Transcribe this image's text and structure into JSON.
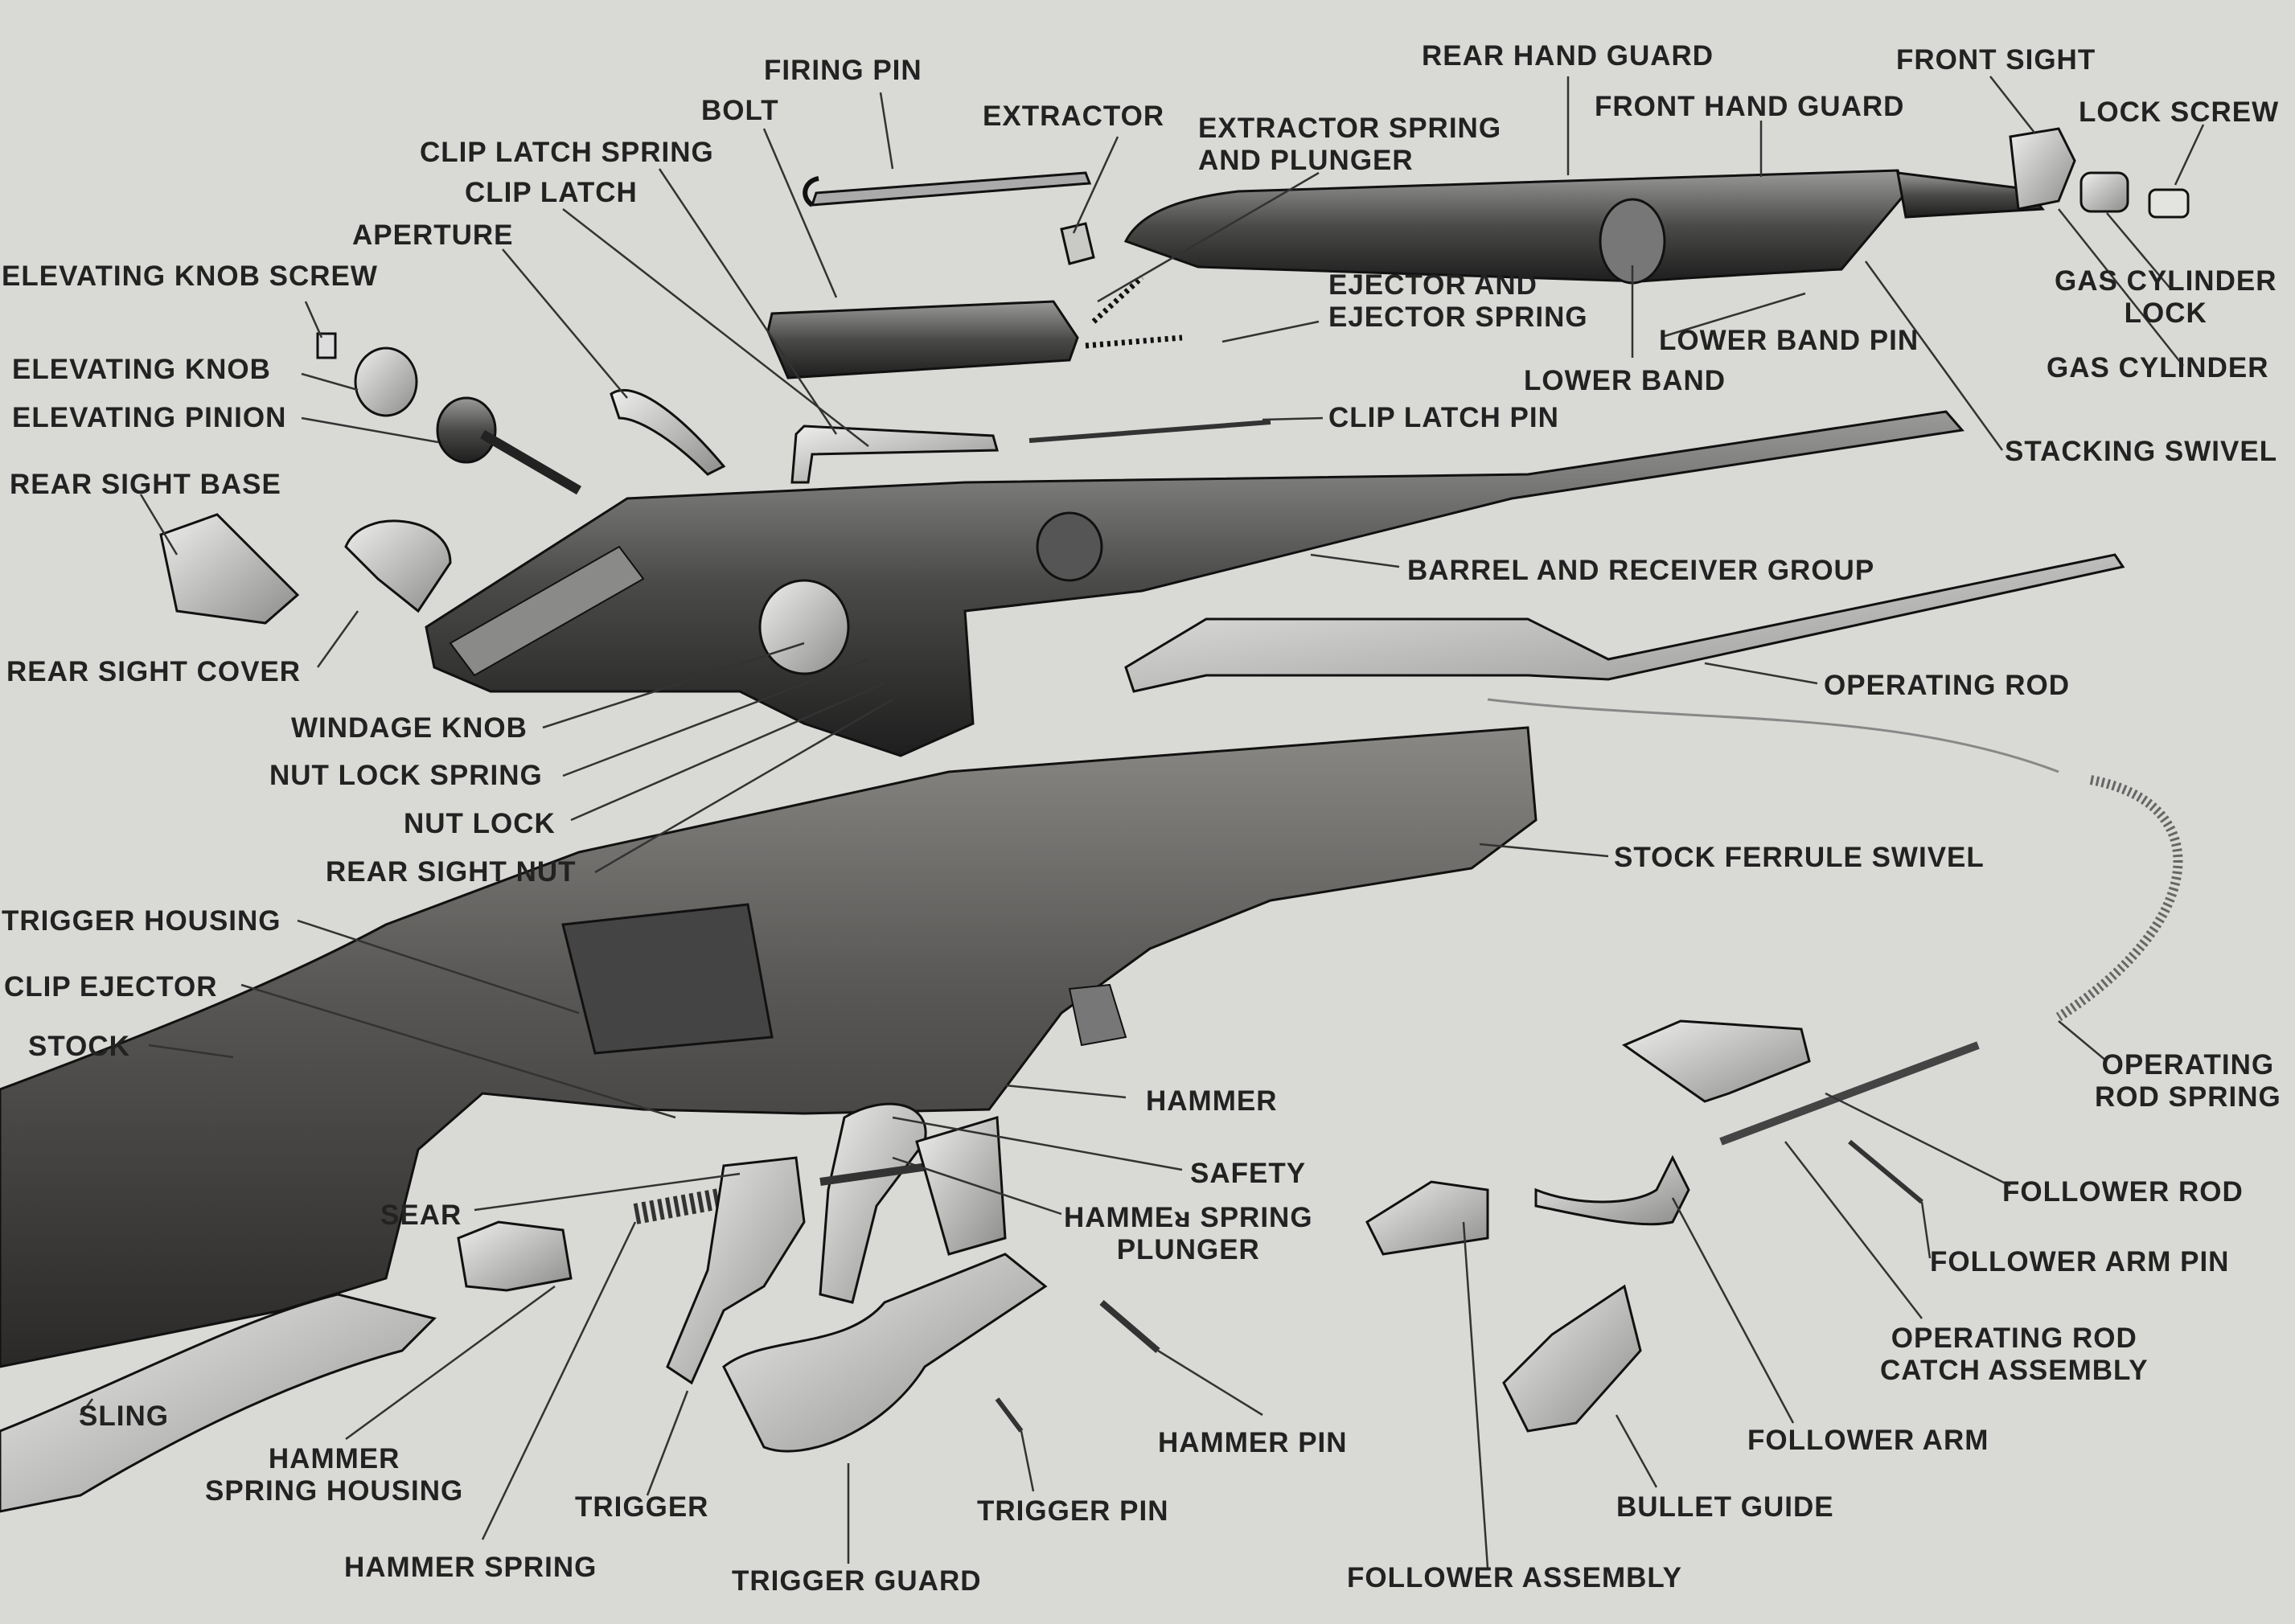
{
  "labels": {
    "firing_pin": "FIRING PIN",
    "bolt": "BOLT",
    "extractor": "EXTRACTOR",
    "rear_hand_guard": "REAR HAND GUARD",
    "front_sight": "FRONT SIGHT",
    "front_hand_guard": "FRONT HAND GUARD",
    "lock_screw": "LOCK SCREW",
    "extractor_spring_and_plunger": [
      "EXTRACTOR SPRING",
      "AND PLUNGER"
    ],
    "clip_latch_spring": "CLIP LATCH SPRING",
    "clip_latch": "CLIP LATCH",
    "aperture": "APERTURE",
    "elevating_knob_screw": "ELEVATING KNOB SCREW",
    "ejector_and_ejector_spring": [
      "EJECTOR AND",
      "EJECTOR SPRING"
    ],
    "gas_cylinder_lock": [
      "GAS CYLINDER",
      "LOCK"
    ],
    "elevating_knob": "ELEVATING KNOB",
    "lower_band_pin": "LOWER BAND PIN",
    "gas_cylinder": "GAS CYLINDER",
    "lower_band": "LOWER BAND",
    "elevating_pinion": "ELEVATING PINION",
    "clip_latch_pin": "CLIP LATCH PIN",
    "stacking_swivel": "STACKING SWIVEL",
    "rear_sight_base": "REAR SIGHT BASE",
    "barrel_and_receiver_group": "BARREL AND RECEIVER GROUP",
    "rear_sight_cover": "REAR SIGHT COVER",
    "operating_rod": "OPERATING ROD",
    "windage_knob": "WINDAGE KNOB",
    "nut_lock_spring": "NUT LOCK SPRING",
    "nut_lock": "NUT LOCK",
    "stock_ferrule_swivel": "STOCK FERRULE SWIVEL",
    "rear_sight_nut": "REAR SIGHT NUT",
    "trigger_housing": "TRIGGER HOUSING",
    "clip_ejector": "CLIP EJECTOR",
    "stock": "STOCK",
    "operating_rod_spring": [
      "OPERATING",
      "ROD SPRING"
    ],
    "hammer": "HAMMER",
    "safety": "SAFETY",
    "hammer_spring_plunger": [
      "HAMMEᴚ SPRING",
      "PLUNGER"
    ],
    "sear": "SEAR",
    "follower_rod": "FOLLOWER ROD",
    "follower_arm_pin": "FOLLOWER ARM PIN",
    "operating_rod_catch_assembly": [
      "OPERATING ROD",
      "CATCH ASSEMBLY"
    ],
    "sling": "SLING",
    "hammer_spring_housing": [
      "HAMMER",
      "SPRING HOUSING"
    ],
    "hammer_pin": "HAMMER PIN",
    "follower_arm": "FOLLOWER ARM",
    "trigger": "TRIGGER",
    "trigger_pin": "TRIGGER PIN",
    "bullet_guide": "BULLET GUIDE",
    "hammer_spring": "HAMMER SPRING",
    "trigger_guard": "TRIGGER GUARD",
    "follower_assembly": "FOLLOWER ASSEMBLY"
  }
}
